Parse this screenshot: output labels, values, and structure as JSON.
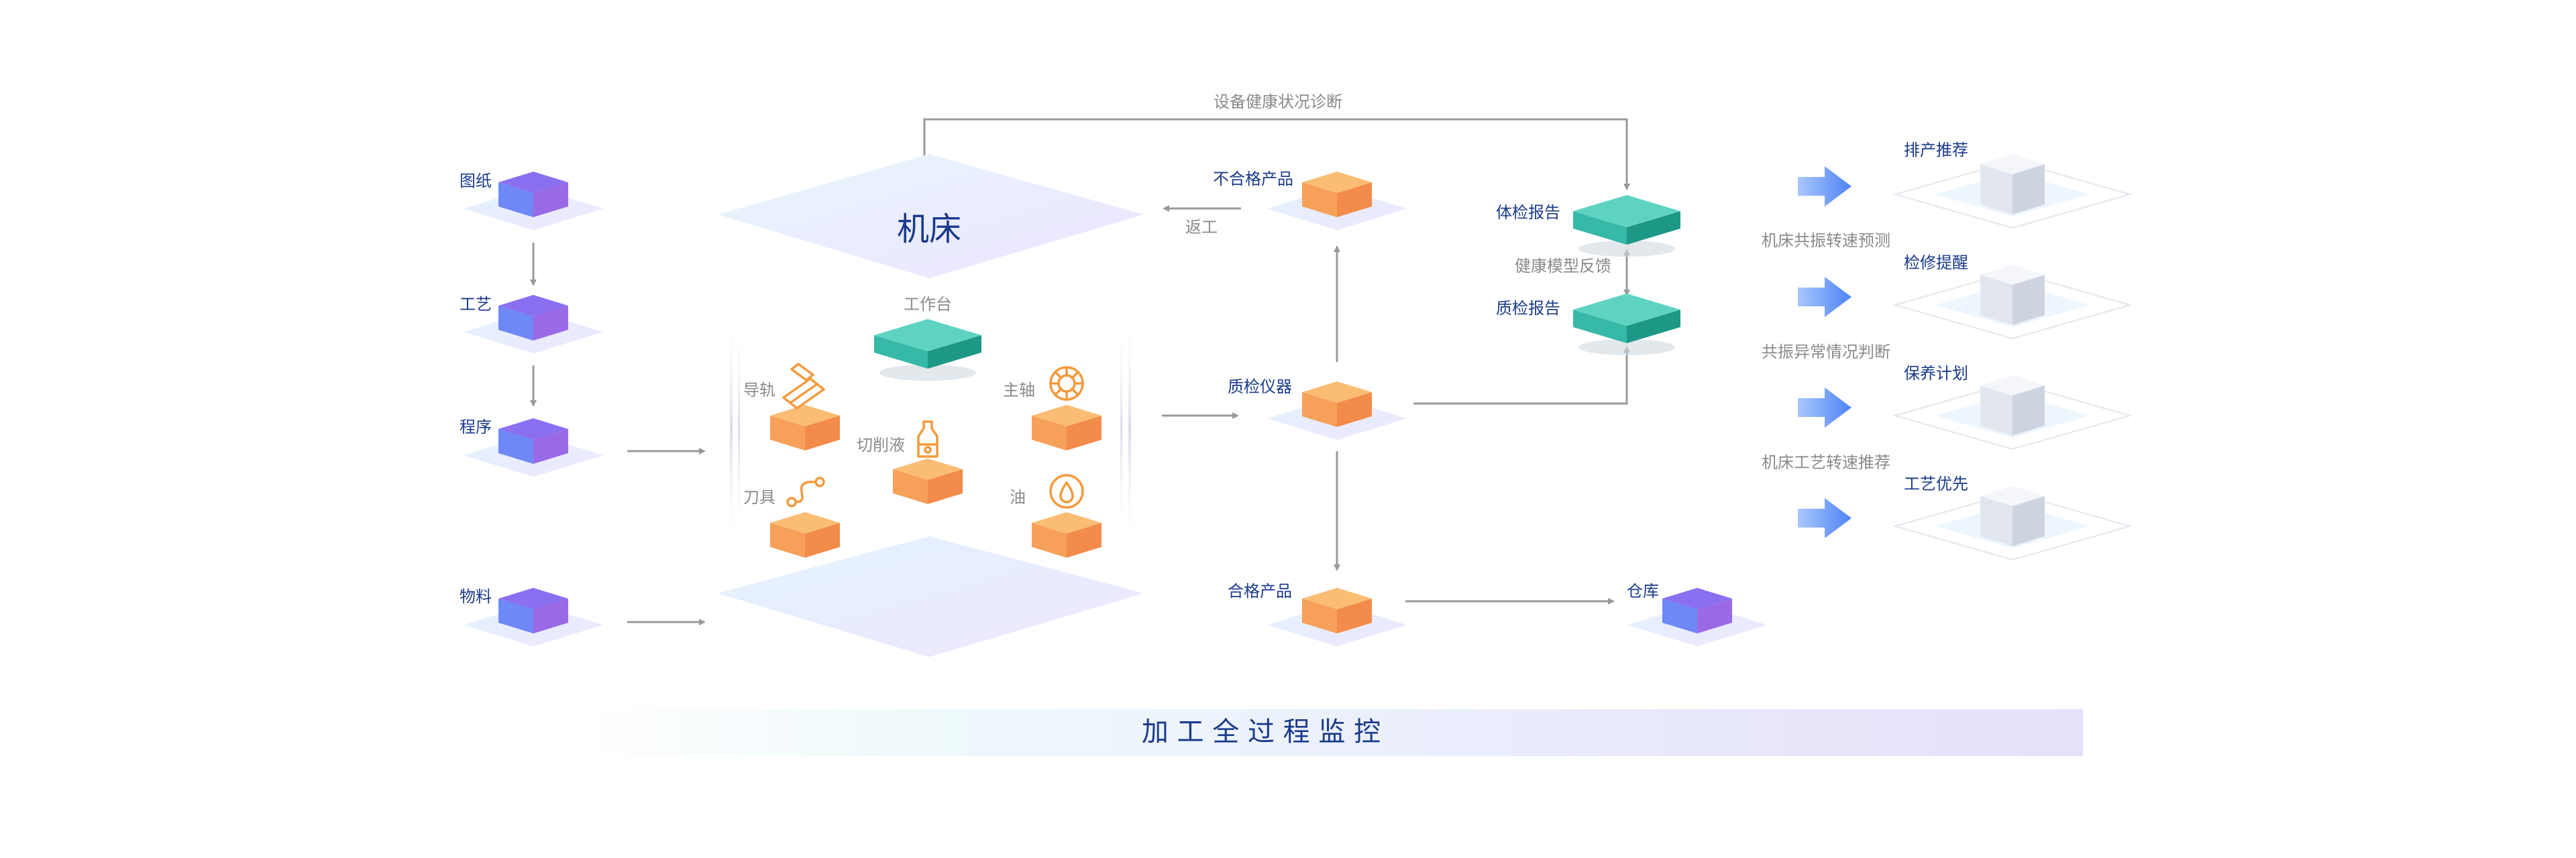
{
  "colors": {
    "label_dark": "#1a3a8a",
    "label_grey": "#8a8a8a",
    "arrow_grey": "#9a9a9a",
    "purple_top": "#8a6ff0",
    "purple_left": "#6e88f5",
    "purple_right": "#9a6ae6",
    "orange_top": "#fbbd74",
    "orange_left": "#f7a05a",
    "orange_right": "#f38b4a",
    "teal_top": "#5fd3c2",
    "teal_left": "#37b9a8",
    "teal_right": "#1e9886",
    "blue_arrow": "#5b8ff5",
    "icon_orange": "#f39a3c"
  },
  "inputs": [
    {
      "id": "drawing",
      "label": "图纸"
    },
    {
      "id": "process",
      "label": "工艺"
    },
    {
      "id": "program",
      "label": "程序"
    },
    {
      "id": "material",
      "label": "物料"
    }
  ],
  "machine": {
    "title": "机床",
    "workbench": "工作台",
    "components": [
      {
        "id": "guide-rail",
        "label": "导轨",
        "icon": "rail-icon"
      },
      {
        "id": "spindle",
        "label": "主轴",
        "icon": "spindle-icon"
      },
      {
        "id": "cutting-fluid",
        "label": "切削液",
        "icon": "bottle-icon"
      },
      {
        "id": "tool",
        "label": "刀具",
        "icon": "tool-path-icon"
      },
      {
        "id": "oil",
        "label": "油",
        "icon": "oil-drop-icon"
      }
    ]
  },
  "flow": {
    "rejected": "不合格产品",
    "rework": "返工",
    "qc_instrument": "质检仪器",
    "qualified": "合格产品",
    "warehouse": "仓库",
    "health_diagnosis": "设备健康状况诊断",
    "checkup_report": "体检报告",
    "qc_report": "质检报告",
    "health_feedback": "健康模型反馈"
  },
  "outputs": [
    {
      "id": "scheduling",
      "label": "排产推荐",
      "caption": ""
    },
    {
      "id": "maintenance-reminder",
      "label": "检修提醒",
      "caption": "机床共振转速预测"
    },
    {
      "id": "maintenance-plan",
      "label": "保养计划",
      "caption": "共振异常情况判断"
    },
    {
      "id": "process-priority",
      "label": "工艺优先",
      "caption": "机床工艺转速推荐"
    }
  ],
  "footer": "加 工 全 过 程 监 控"
}
